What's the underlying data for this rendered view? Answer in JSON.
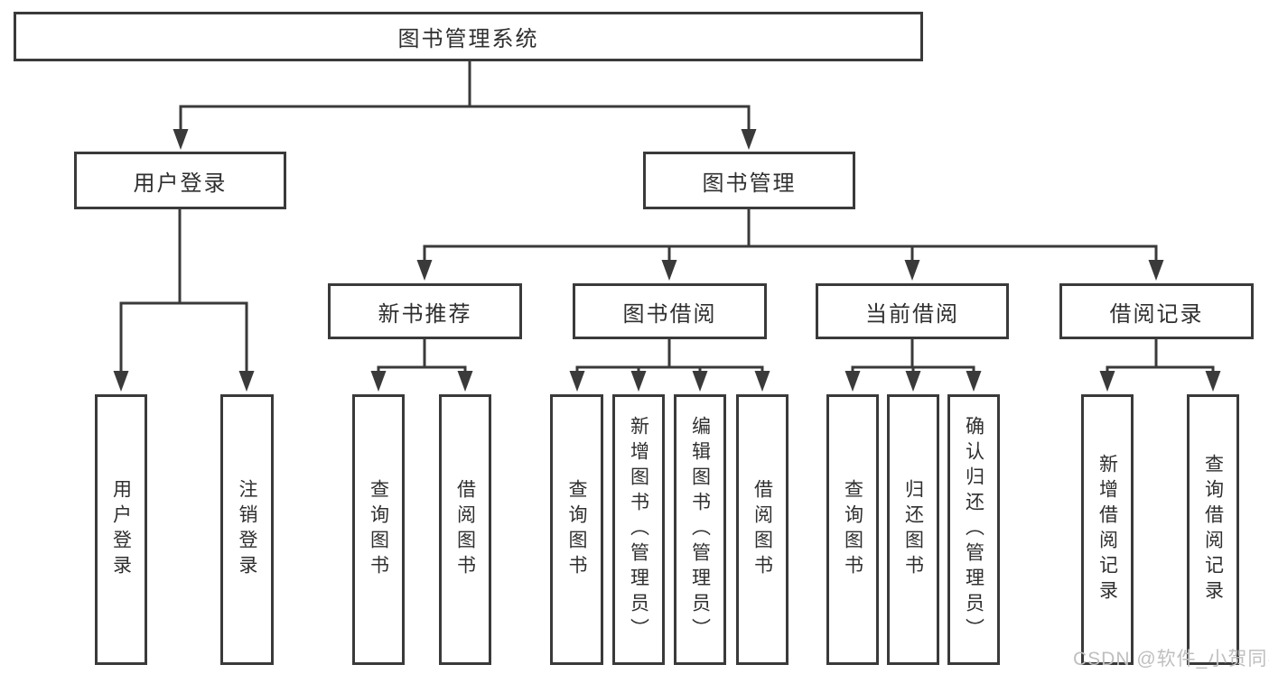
{
  "tree": {
    "label": "图书管理系统",
    "children": [
      {
        "label": "用户登录",
        "children": [
          {
            "label": "用户登录"
          },
          {
            "label": "注销登录"
          }
        ]
      },
      {
        "label": "图书管理",
        "children": [
          {
            "label": "新书推荐",
            "children": [
              {
                "label": "查询图书"
              },
              {
                "label": "借阅图书"
              }
            ]
          },
          {
            "label": "图书借阅",
            "children": [
              {
                "label": "查询图书"
              },
              {
                "label": "新增图书（管理员）"
              },
              {
                "label": "编辑图书（管理员）"
              },
              {
                "label": "借阅图书"
              }
            ]
          },
          {
            "label": "当前借阅",
            "children": [
              {
                "label": "查询图书"
              },
              {
                "label": "归还图书"
              },
              {
                "label": "确认归还（管理员）"
              }
            ]
          },
          {
            "label": "借阅记录",
            "children": [
              {
                "label": "新增借阅记录"
              },
              {
                "label": "查询借阅记录"
              }
            ]
          }
        ]
      }
    ]
  },
  "watermark": {
    "text": "CSDN @软件_小贺同学"
  },
  "colors": {
    "line": "#3a3a3a",
    "text": "#2f2f2f",
    "background": "#ffffff",
    "watermark": "#bfbfbf"
  }
}
